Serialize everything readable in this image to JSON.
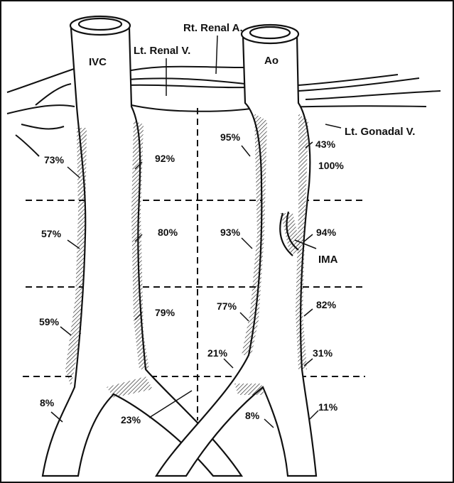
{
  "labels": {
    "ivc": "IVC",
    "ao": "Ao",
    "rt_renal_a": "Rt. Renal A.",
    "lt_renal_v": "Lt. Renal V.",
    "lt_gonadal_v": "Lt. Gonadal V.",
    "ima": "IMA"
  },
  "percentages": {
    "ivc_right_1": "73%",
    "ivc_left_1": "92%",
    "ao_right_1": "95%",
    "ao_left_1a": "43%",
    "ao_left_1b": "100%",
    "ivc_right_2": "57%",
    "ivc_left_2": "80%",
    "ao_right_2": "93%",
    "ao_left_2": "94%",
    "ivc_right_3": "59%",
    "ivc_left_3": "79%",
    "ao_right_3": "77%",
    "ao_left_3": "82%",
    "ao_right_3b": "21%",
    "ao_left_3b": "31%",
    "ivc_right_4": "8%",
    "ivc_bifurcation": "23%",
    "ao_right_4": "8%",
    "ao_left_4": "11%"
  },
  "colors": {
    "ink": "#111111",
    "background": "#ffffff"
  }
}
